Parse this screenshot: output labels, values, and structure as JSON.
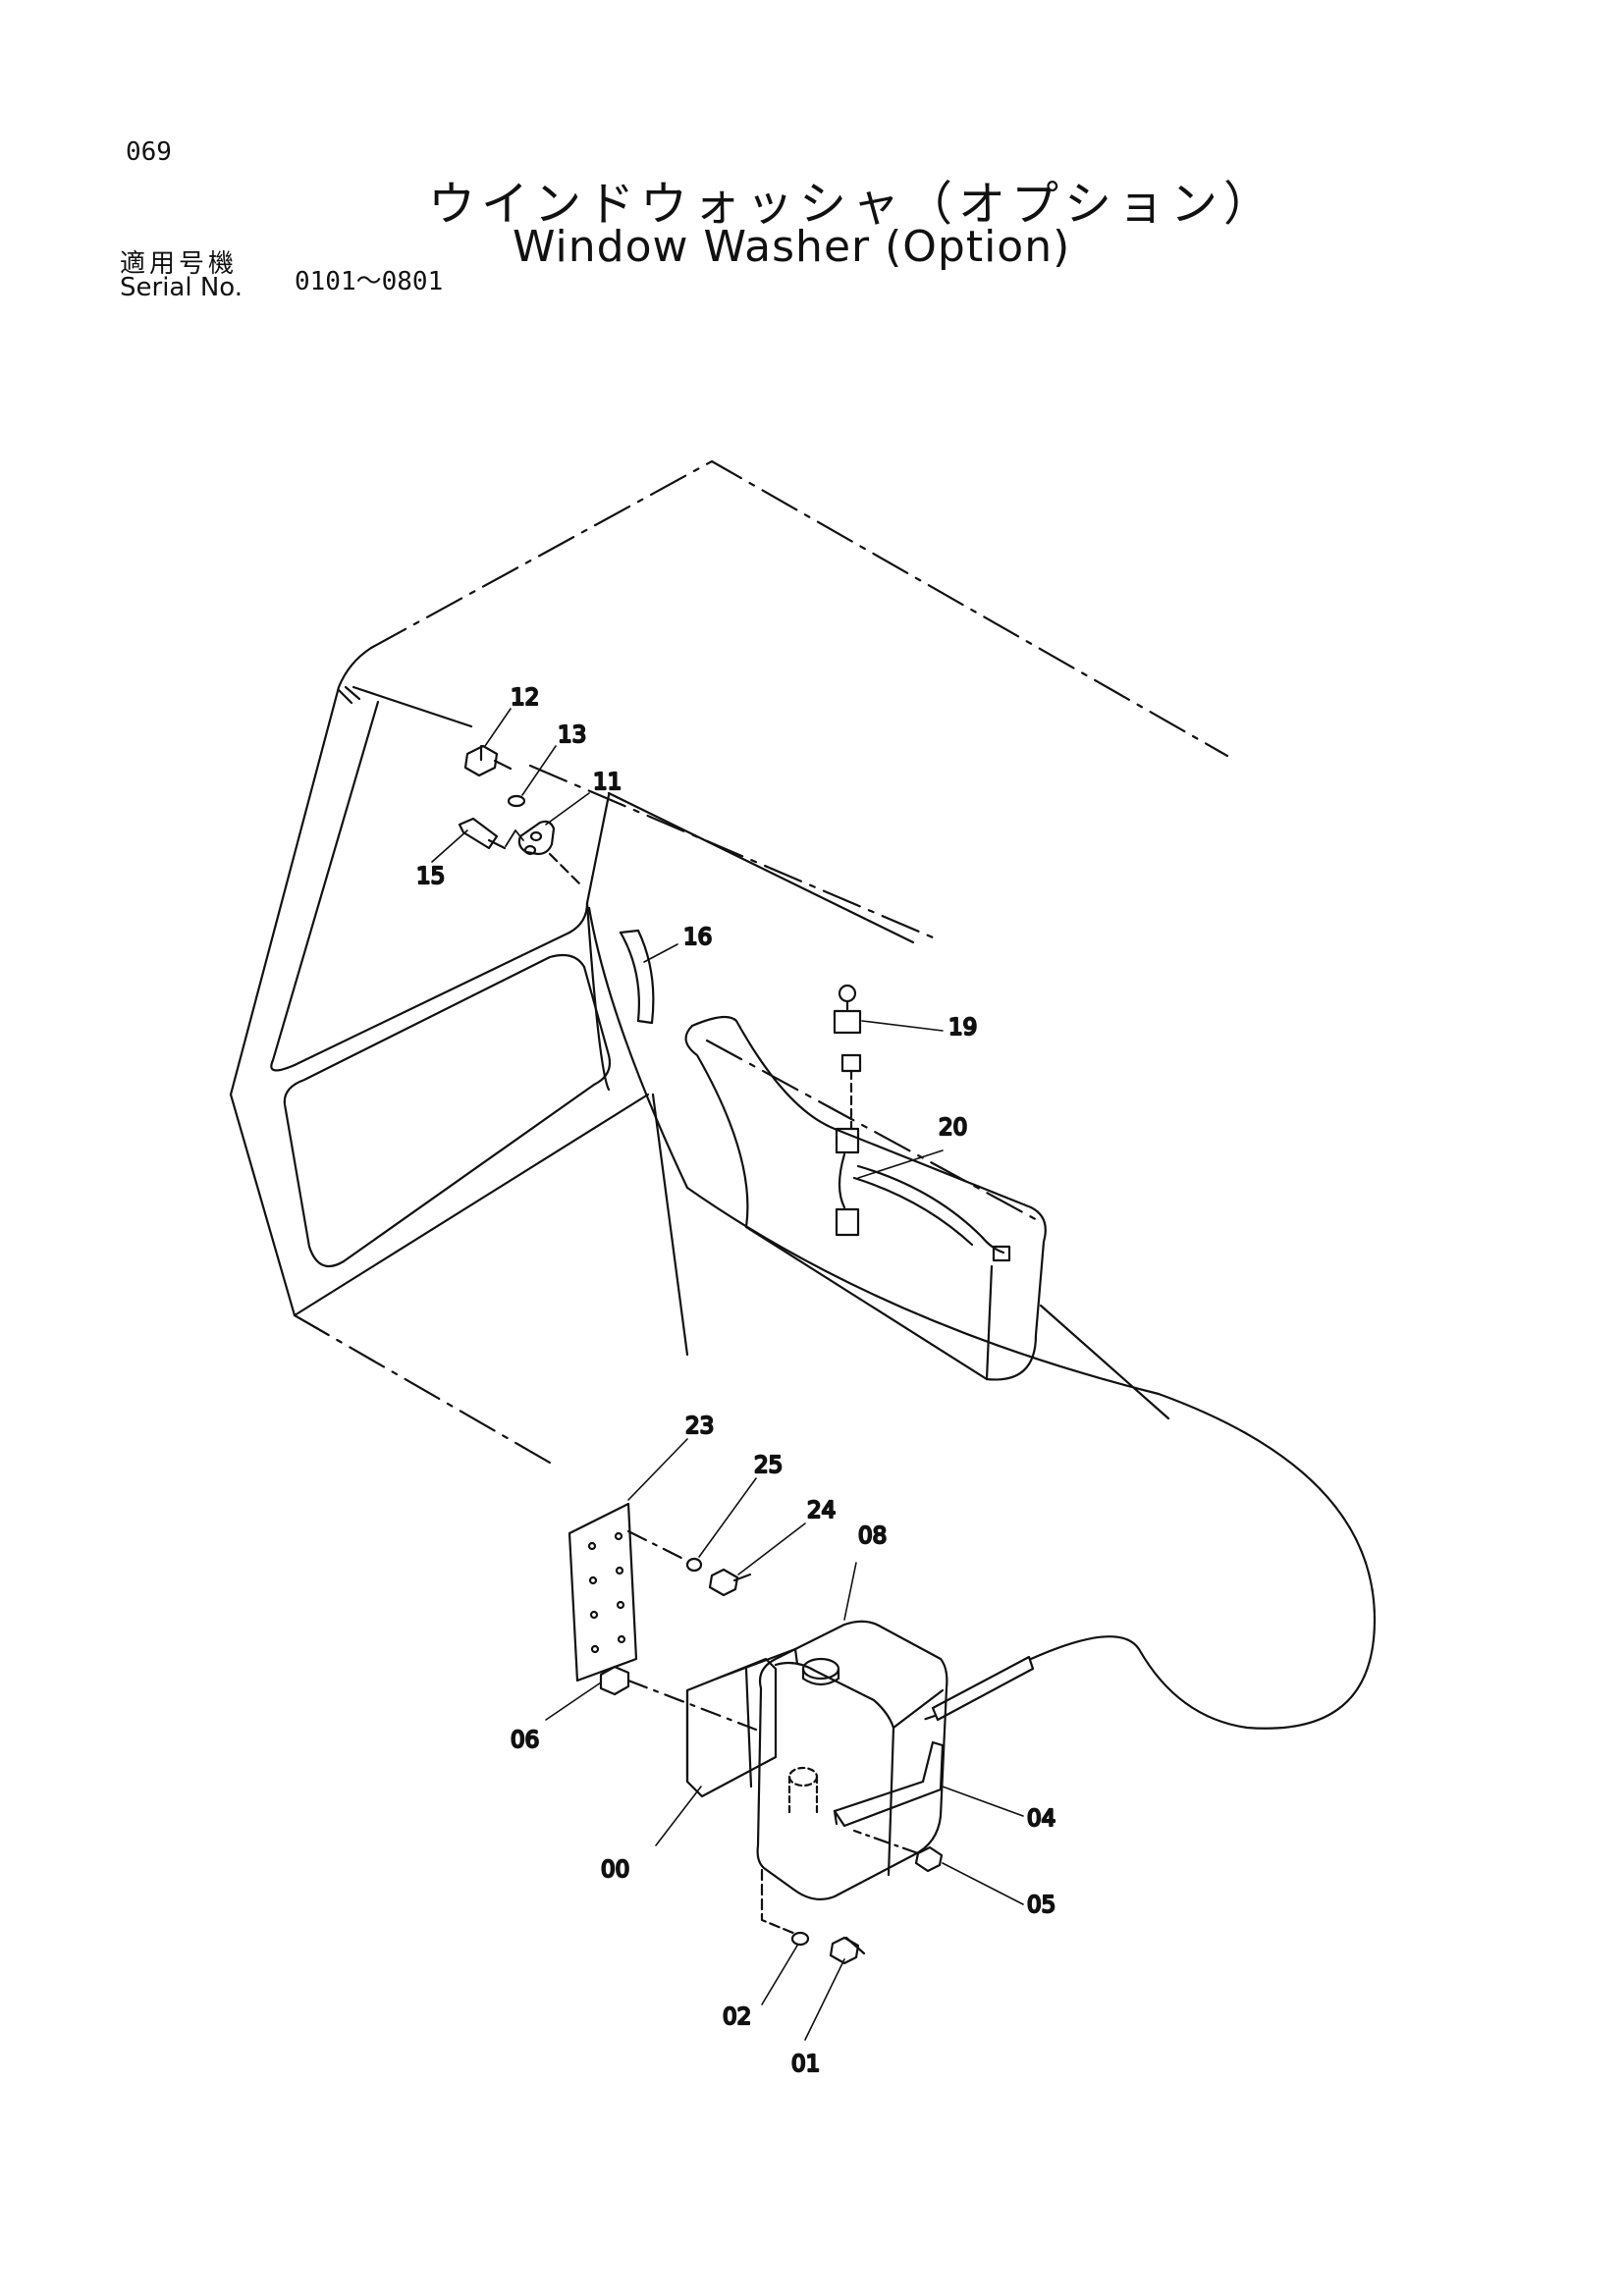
{
  "header": {
    "page_number": "069",
    "title_jp": "ウインドウォッシャ（オプション）",
    "title_en": "Window Washer (Option)",
    "serial_label_jp": "適用号機",
    "serial_label_en": "Serial No.",
    "serial_range": "0101～0801"
  },
  "parts": [
    {
      "id": "p12",
      "label": "12"
    },
    {
      "id": "p13",
      "label": "13"
    },
    {
      "id": "p11",
      "label": "11"
    },
    {
      "id": "p15",
      "label": "15"
    },
    {
      "id": "p16",
      "label": "16"
    },
    {
      "id": "p19",
      "label": "19"
    },
    {
      "id": "p20",
      "label": "20"
    },
    {
      "id": "p23",
      "label": "23"
    },
    {
      "id": "p25",
      "label": "25"
    },
    {
      "id": "p24",
      "label": "24"
    },
    {
      "id": "p08",
      "label": "08"
    },
    {
      "id": "p06",
      "label": "06"
    },
    {
      "id": "p04",
      "label": "04"
    },
    {
      "id": "p00",
      "label": "00"
    },
    {
      "id": "p05",
      "label": "05"
    },
    {
      "id": "p02",
      "label": "02"
    },
    {
      "id": "p01",
      "label": "01"
    }
  ],
  "colors": {
    "ink": "#111111",
    "paper": "#ffffff"
  }
}
